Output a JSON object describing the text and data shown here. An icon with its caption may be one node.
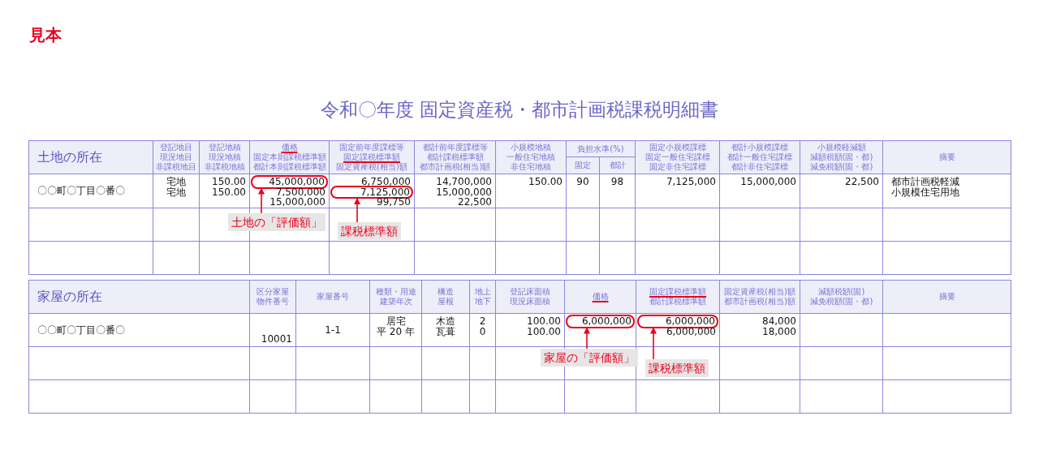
{
  "diagram": {
    "title": "令和〇年度 固定資産税・都市計画税課税明細書",
    "nodes": [
      {
        "text": [
          "45,000,000"
        ]
      },
      {
        "text": [
          "7,125,000"
        ]
      },
      {
        "text": [
          "土地の「評価額」"
        ]
      },
      {
        "text": [
          "課税標準額"
        ]
      },
      {
        "text": [
          "6,000,000"
        ]
      },
      {
        "text": [
          "6,000,000"
        ]
      },
      {
        "text": [
          "家屋の「評価額」"
        ]
      },
      {
        "text": [
          "課税標準額"
        ]
      }
    ],
    "edges": [
      {
        "from": 2,
        "to": 0,
        "arrow": "to"
      },
      {
        "from": 3,
        "to": 1,
        "arrow": "to"
      },
      {
        "from": 6,
        "to": 4,
        "arrow": "to"
      },
      {
        "from": 7,
        "to": 5,
        "arrow": "to"
      }
    ],
    "labels": [
      "見本",
      "土地の所在",
      "登記地目",
      "現況地目",
      "非課税地目",
      "登記地積",
      "現況地積",
      "非課税地積",
      "価格",
      "固定本則課税標準額",
      "都計本則課税標準額",
      "固定前年度課標等",
      "固定課税標準額",
      "固定資産税(相当)額",
      "都計前年度課標等",
      "都計課税標準額",
      "都市計画税(相当)額",
      "小規模地積",
      "一般住宅地積",
      "非住宅地積",
      "負担水準(%)",
      "固定",
      "都計",
      "固定小規模課標",
      "固定一般住宅課標",
      "固定非住宅課標",
      "都計小規模課標",
      "都計一般住宅課標",
      "都計非住宅課標",
      "小規模軽減額",
      "減額税額(固・都)",
      "減免税額(固・都)",
      "摘要",
      "〇〇町〇丁目〇番〇",
      "宅地",
      "宅地",
      "150.00",
      "150.00",
      "7,500,000",
      "15,000,000",
      "6,750,000",
      "99,750",
      "14,700,000",
      "15,000,000",
      "22,500",
      "150.00",
      "90",
      "98",
      "7,125,000",
      "15,000,000",
      "22,500",
      "都市計画税軽減",
      "小規模住宅用地",
      "家屋の所在",
      "区分家屋",
      "物件番号",
      "家屋番号",
      "種類・用途",
      "建築年次",
      "構造",
      "屋根",
      "地上",
      "地下",
      "登記床面積",
      "現況床面積",
      "価格",
      "固定課税標準額",
      "都計課税標準額",
      "固定資産税(相当)額",
      "都市計画税(相当)額",
      "減額税額(固)",
      "減免税額(固・都)",
      "摘要",
      "〇〇町〇丁目〇番〇",
      "10001",
      "1-1",
      "居宅",
      "平 20 年",
      "木造",
      "瓦葺",
      "2",
      "0",
      "100.00",
      "100.00",
      "6,000,000",
      "84,000",
      "18,000"
    ]
  }
}
